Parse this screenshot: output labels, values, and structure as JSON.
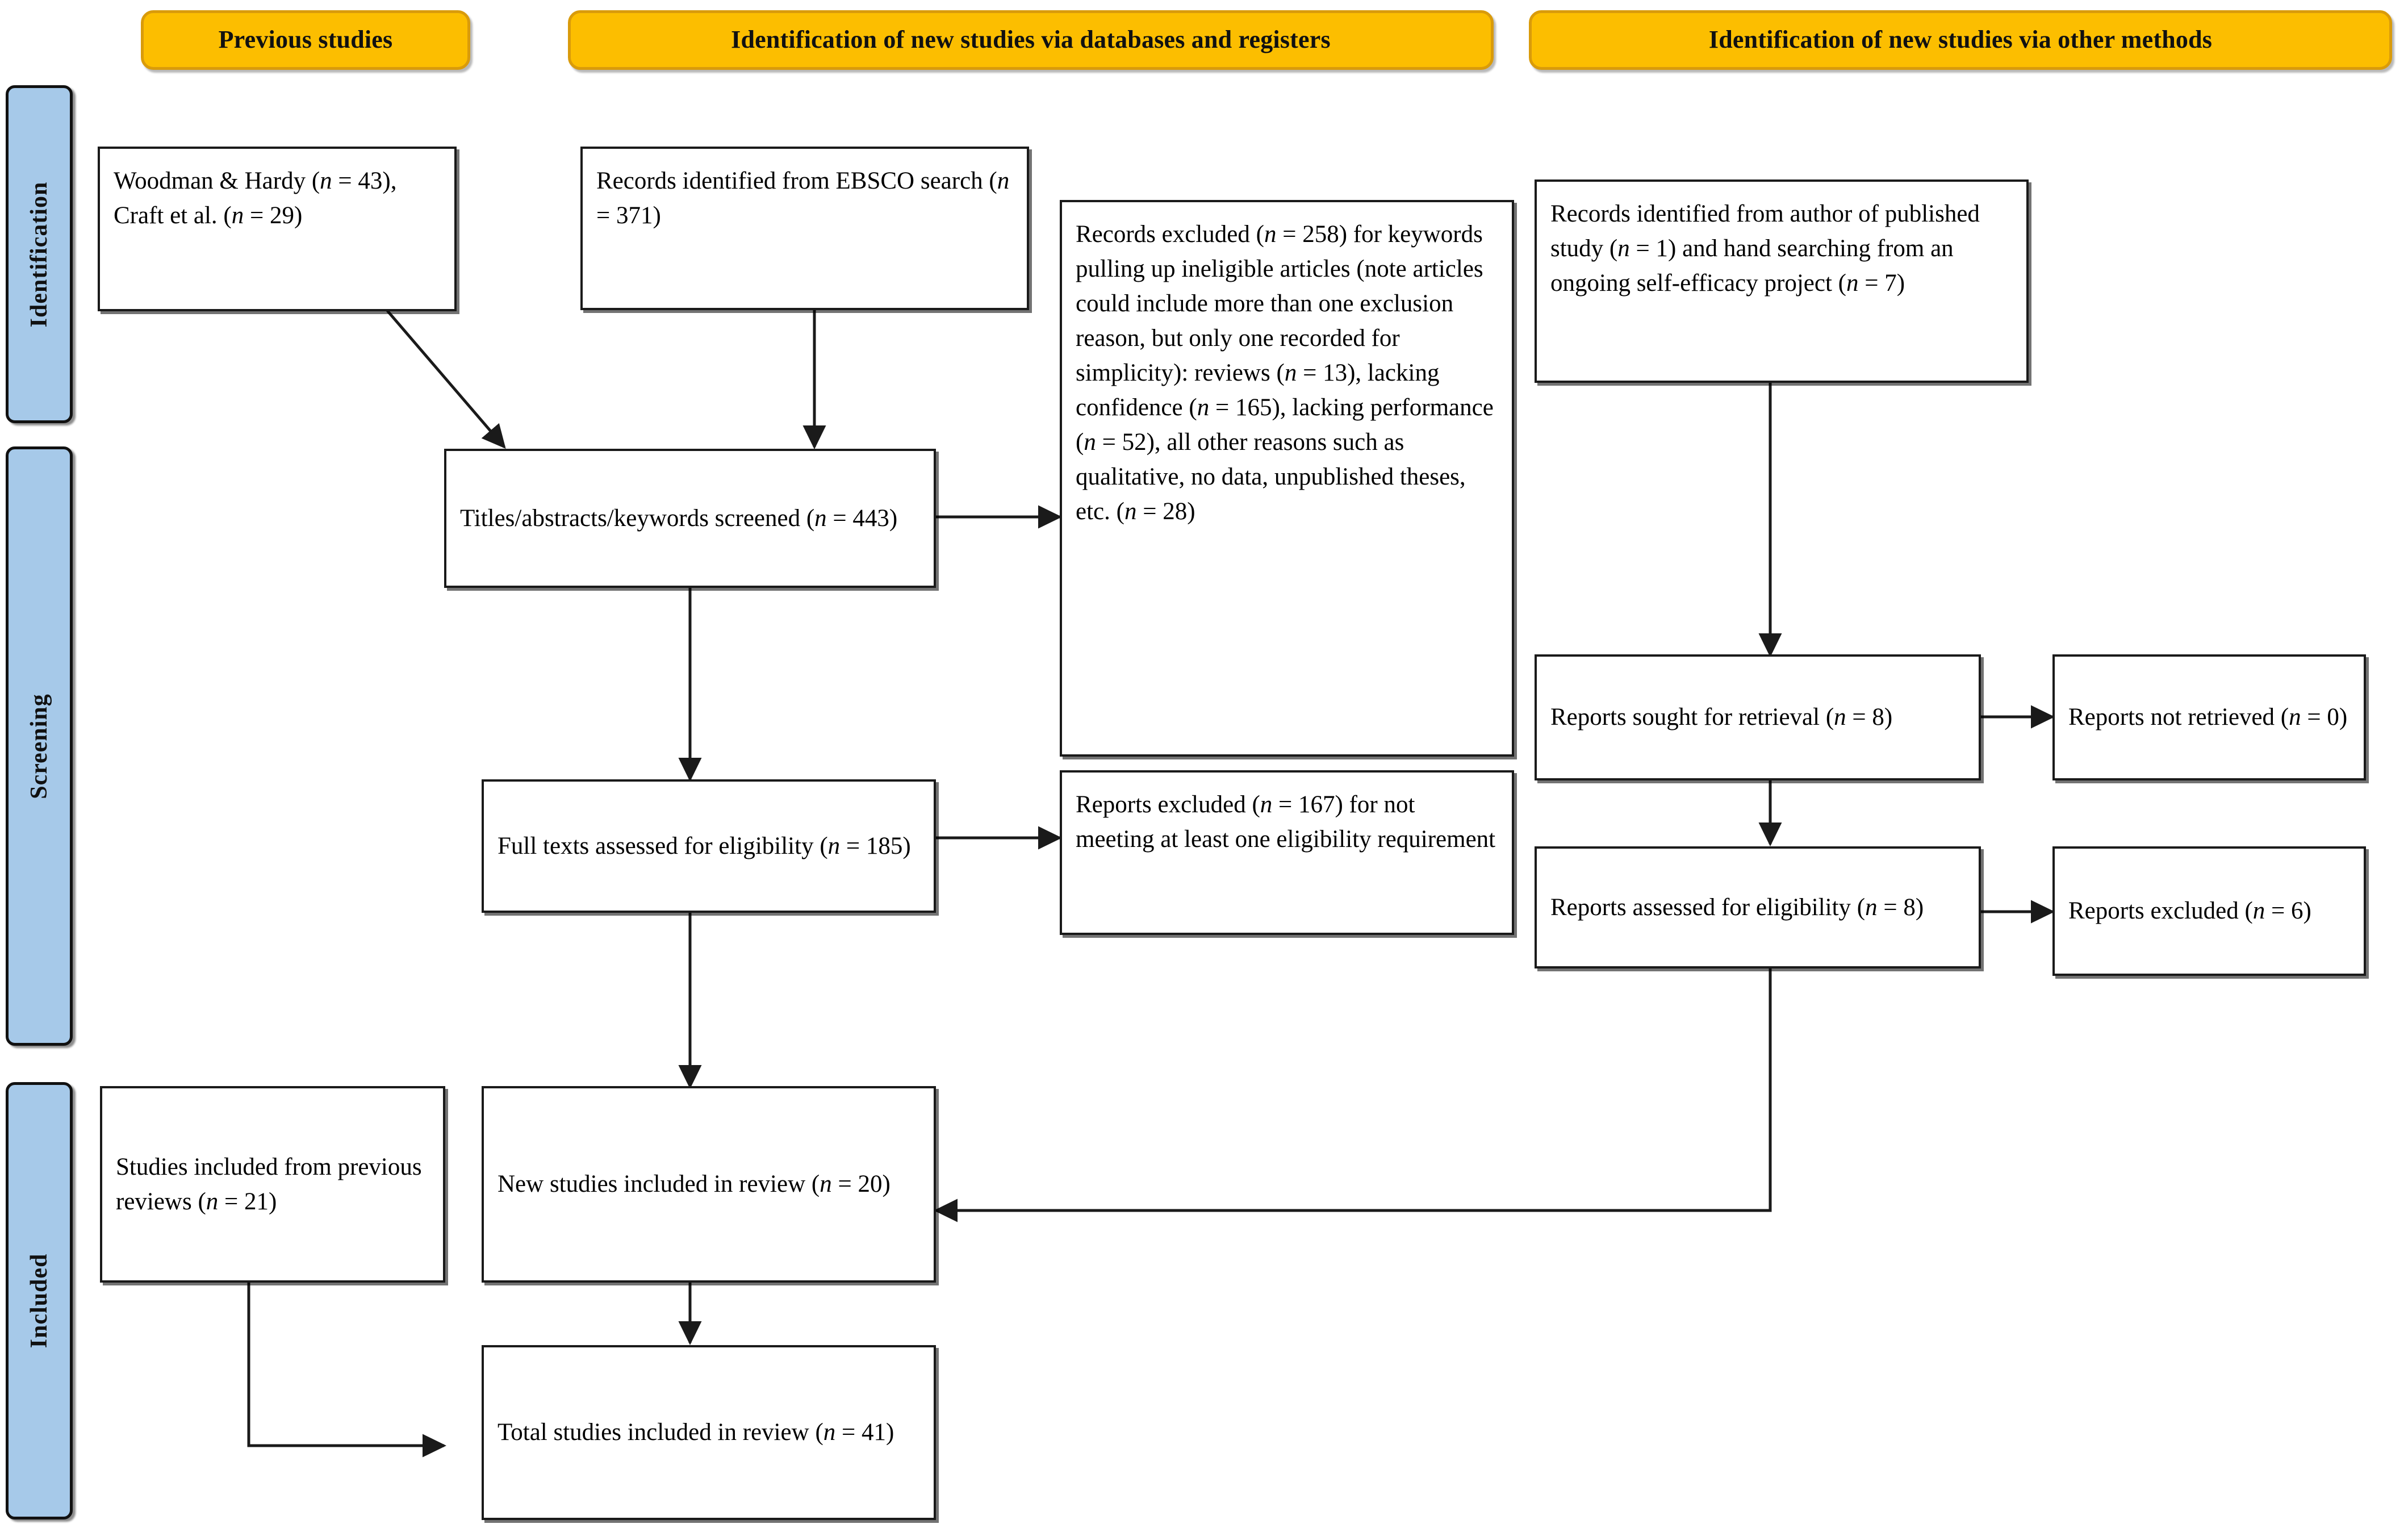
{
  "headers": [
    {
      "id": "previous-studies",
      "label": "Previous studies"
    },
    {
      "id": "databases-registers",
      "label": "Identification of new studies via databases and registers"
    },
    {
      "id": "other-methods",
      "label": "Identification of new studies via other methods"
    }
  ],
  "stages": [
    {
      "id": "identification",
      "label": "Identification"
    },
    {
      "id": "screening",
      "label": "Screening"
    },
    {
      "id": "included",
      "label": "Included"
    }
  ],
  "boxes": {
    "previous_records": {
      "lines": [
        {
          "text": "Woodman & Hardy (",
          "n": "n",
          "rest": " = 43),"
        },
        {
          "text": "Craft et al. (",
          "n": "n",
          "rest": " = 29)"
        }
      ],
      "plain": "Woodman & Hardy (n = 43), Craft et al. (n = 29)"
    },
    "records_identified": {
      "lines": [
        {
          "text": "Records identified from",
          "n": "",
          "rest": ""
        },
        {
          "text": "EBSCO search (",
          "n": "n",
          "rest": " = 371)"
        }
      ],
      "plain": "Records identified from EBSCO search (n = 371)"
    },
    "records_excluded": {
      "plain": "Records excluded (n = 258) for keywords pulling up ineligible articles (note articles could include more than one exclusion reason, but only one recorded for simplicity): reviews (n = 13), lacking confidence (n = 165), lacking performance (n = 52), all other reasons such as qualitative, no data, unpublished theses, etc. (n = 28)"
    },
    "titles_screened": {
      "plain": "Titles/abstracts/keywords screened (n = 443)"
    },
    "full_texts": {
      "plain": "Full texts assessed for eligibility (n = 185)"
    },
    "reports_excluded_167": {
      "plain": "Reports excluded (n = 167) for not meeting at least one eligibility requirement"
    },
    "records_other": {
      "plain": "Records identified from author of published study (n = 1) and hand searching from an ongoing self-efficacy project (n = 7)"
    },
    "reports_sought": {
      "plain": "Reports sought for retrieval (n = 8)"
    },
    "reports_not_retrieved": {
      "plain": "Reports not retrieved (n = 0)"
    },
    "reports_assessed": {
      "plain": "Reports assessed for eligibility (n = 8)"
    },
    "reports_excluded_6": {
      "plain": "Reports excluded (n = 6)"
    },
    "studies_prev_reviews": {
      "plain": "Studies included from previous reviews (n = 21)"
    },
    "new_studies": {
      "plain": "New studies included in review (n = 20)"
    },
    "total_studies": {
      "plain": "Total studies included in review (n = 41)"
    }
  },
  "counts": {
    "woodman_hardy": 43,
    "craft_et_al": 29,
    "ebsco_records": 371,
    "records_excluded": 258,
    "reviews": 13,
    "lacking_confidence": 165,
    "lacking_performance": 52,
    "other_reasons": 28,
    "titles_screened": 443,
    "full_texts_assessed": 185,
    "reports_excluded_fulltext": 167,
    "author_of_published_study": 1,
    "hand_searching_self_efficacy": 7,
    "reports_sought": 8,
    "reports_not_retrieved": 0,
    "reports_assessed": 8,
    "reports_excluded_other": 6,
    "studies_previous_reviews": 21,
    "new_studies_included": 20,
    "total_studies_included": 41
  },
  "colors": {
    "header_fill": "#FCBE00",
    "header_border": "#D99B0B",
    "stage_fill": "#A6C9E9",
    "stage_border": "#111111",
    "box_border": "#1A1A1A",
    "background": "#FFFFFF"
  }
}
